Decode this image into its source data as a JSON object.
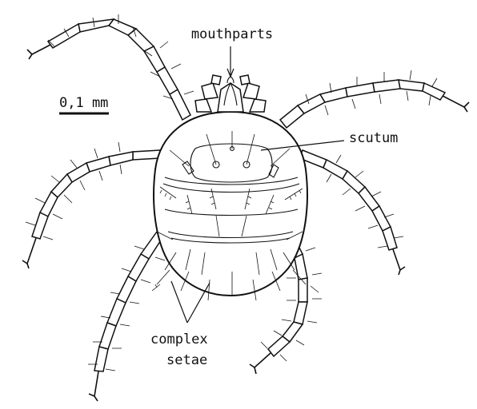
{
  "labels": {
    "mouthparts": "mouthparts",
    "scutum": "scutum",
    "complex_line1": "complex",
    "complex_line2": "setae",
    "scale": "0,1 mm"
  },
  "colors": {
    "ink": "#111111",
    "paper": "#ffffff"
  }
}
